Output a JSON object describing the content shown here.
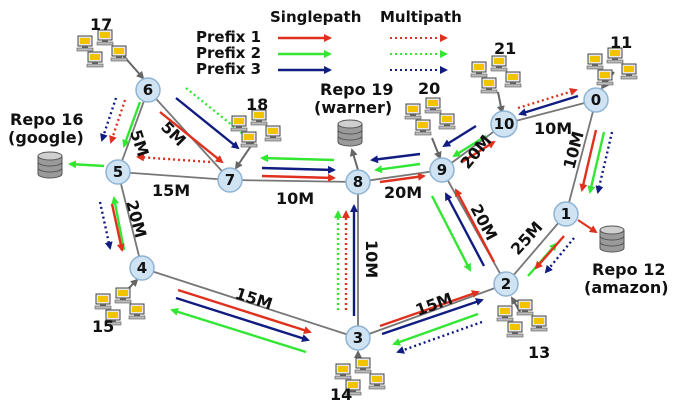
{
  "legend": {
    "col_singlepath": "Singlepath",
    "col_multipath": "Multipath",
    "rows": [
      {
        "label": "Prefix 1",
        "color": "#e0301e"
      },
      {
        "label": "Prefix 2",
        "color": "#33e633"
      },
      {
        "label": "Prefix 3",
        "color": "#101c80"
      }
    ]
  },
  "routers": [
    "0",
    "1",
    "2",
    "3",
    "4",
    "5",
    "6",
    "7",
    "8",
    "9",
    "10"
  ],
  "hosts": [
    "11",
    "13",
    "14",
    "15",
    "17",
    "18",
    "20",
    "21"
  ],
  "repos": [
    {
      "line1": "Repo 16",
      "line2": "(google)"
    },
    {
      "line1": "Repo 19",
      "line2": "(warner)"
    },
    {
      "line1": "Repo 12",
      "line2": "(amazon)"
    }
  ],
  "edge_labels": [
    "5M",
    "5M",
    "15M",
    "10M",
    "20M",
    "20M",
    "20M",
    "10M",
    "10M",
    "25M",
    "20M",
    "15M",
    "15M",
    "10M"
  ],
  "colors": {
    "node_fill": "#cfe3f3",
    "node_stroke": "#8fb4d4",
    "edge": "#777777"
  }
}
